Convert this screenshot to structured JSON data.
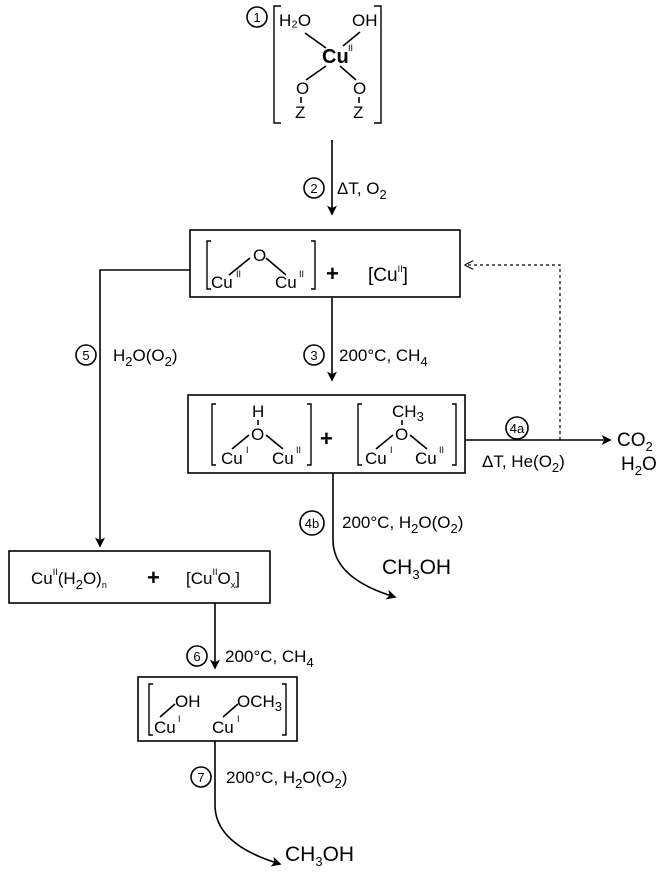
{
  "steps": {
    "s1": "1",
    "s2": "2",
    "s3": "3",
    "s4a": "4a",
    "s4b": "4b",
    "s5": "5",
    "s6": "6",
    "s7": "7"
  },
  "start": {
    "h2o": "H₂O",
    "oh": "OH",
    "cu": "Cu",
    "cu_ox": "II",
    "o_left": "O",
    "o_right": "O",
    "z_left": "Z",
    "z_right": "Z"
  },
  "conditions": {
    "c2_prefix": "ΔT, O",
    "c2_sub": "2",
    "c3_prefix": "200°C, CH",
    "c3_sub": "4",
    "c4a_prefix": "ΔT, He(O",
    "c4a_sub": "2",
    "c4a_suffix": ")",
    "c4b_prefix": "200°C, H",
    "c4b_sub": "2",
    "c4b_mid": "O(O",
    "c4b_sub2": "2",
    "c4b_suffix": ")",
    "c5_prefix": "H",
    "c5_sub": "2",
    "c5_mid": "O(O",
    "c5_sub2": "2",
    "c5_suffix": ")",
    "c6_prefix": "200°C, CH",
    "c6_sub": "4",
    "c7_prefix": "200°C, H",
    "c7_sub": "2",
    "c7_mid": "O(O",
    "c7_sub2": "2",
    "c7_suffix": ")"
  },
  "box1": {
    "o": "O",
    "cu_left": "Cu",
    "cu_left_ox": "II",
    "cu_right": "Cu",
    "cu_right_ox": "II",
    "plus": "+",
    "cu2_prefix": "[Cu",
    "cu2_ox": "II",
    "cu2_suffix": "]"
  },
  "box2": {
    "h": "H",
    "o1": "O",
    "cu1a": "Cu",
    "cu1a_ox": "I",
    "cu1b": "Cu",
    "cu1b_ox": "II",
    "plus": "+",
    "ch3_prefix": "CH",
    "ch3_sub": "3",
    "o2": "O",
    "cu2a": "Cu",
    "cu2a_ox": "I",
    "cu2b": "Cu",
    "cu2b_ox": "II"
  },
  "box3": {
    "cu_prefix": "Cu",
    "cu_ox": "II",
    "h2o_prefix": "(H",
    "h2o_sub": "2",
    "h2o_suffix": "O)",
    "n": "n",
    "plus": "+",
    "cuox_prefix": "[Cu",
    "cuox_ox": "II",
    "cuox_mid": "O",
    "cuox_x": "x",
    "cuox_suffix": "]"
  },
  "box4": {
    "oh": "OH",
    "cu_a": "Cu",
    "cu_a_ox": "I",
    "och3_prefix": "OCH",
    "och3_sub": "3",
    "cu_b": "Cu",
    "cu_b_ox": "I"
  },
  "products": {
    "co2_prefix": "CO",
    "co2_sub": "2",
    "h2o_prefix": "H",
    "h2o_sub": "2",
    "h2o_suffix": "O",
    "ch3oh_a_prefix": "CH",
    "ch3oh_a_sub": "3",
    "ch3oh_a_suffix": "OH",
    "ch3oh_b_prefix": "CH",
    "ch3oh_b_sub": "3",
    "ch3oh_b_suffix": "OH"
  }
}
